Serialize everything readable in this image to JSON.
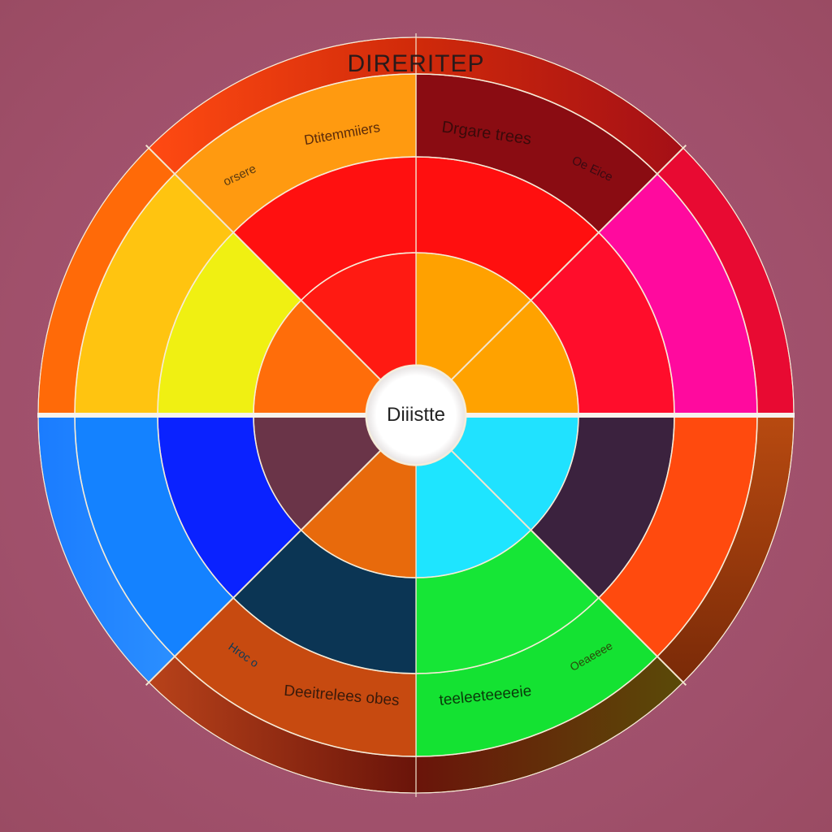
{
  "title": "DIRERITEP",
  "center_label": "Diiistte",
  "segment_labels": {
    "top_left_outer": "Dtitemmiiers",
    "top_left_corner": "orsere",
    "top_right_outer": "Drgare trees",
    "top_right_corner": "Oe Eice",
    "bottom_left_corner": "Hroc o",
    "bottom_left_outer": "Deeitrelees obes",
    "bottom_right_outer": "teeleeteeeeie",
    "bottom_right_corner": "Oeaeeee"
  },
  "colors": {
    "background": "#a75470",
    "divider": "#f5eedc",
    "center_fill": "#ffffff",
    "title_text": "#222222",
    "label_text": "#3a1a10"
  }
}
